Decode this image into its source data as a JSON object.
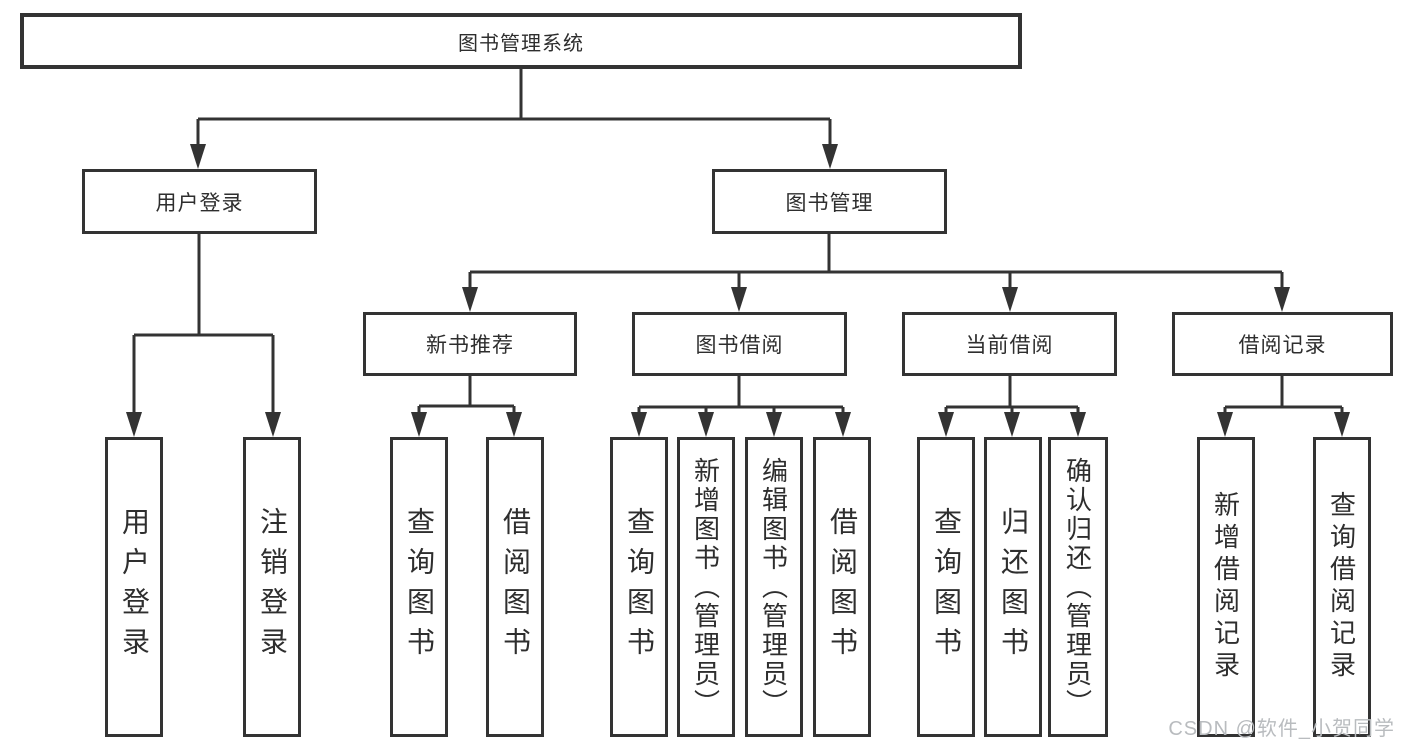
{
  "diagram_title": "图书管理系统",
  "tree": {
    "label": "图书管理系统",
    "children": [
      {
        "label": "用户登录",
        "children": [
          {
            "label": "用户登录"
          },
          {
            "label": "注销登录"
          }
        ]
      },
      {
        "label": "图书管理",
        "children": [
          {
            "label": "新书推荐",
            "children": [
              {
                "label": "查询图书"
              },
              {
                "label": "借阅图书"
              }
            ]
          },
          {
            "label": "图书借阅",
            "children": [
              {
                "label": "查询图书"
              },
              {
                "label": "新增图书（管理员）"
              },
              {
                "label": "编辑图书（管理员）"
              },
              {
                "label": "借阅图书"
              }
            ]
          },
          {
            "label": "当前借阅",
            "children": [
              {
                "label": "查询图书"
              },
              {
                "label": "归还图书"
              },
              {
                "label": "确认归还（管理员）"
              }
            ]
          },
          {
            "label": "借阅记录",
            "children": [
              {
                "label": "新增借阅记录"
              },
              {
                "label": "查询借阅记录"
              }
            ]
          }
        ]
      }
    ]
  },
  "watermark": {
    "text": "CSDN @软件_小贺同学"
  },
  "colors": {
    "line": "#333333",
    "text": "#2e2e2e",
    "background": "#ffffff",
    "watermark": "#b9bcbf"
  }
}
